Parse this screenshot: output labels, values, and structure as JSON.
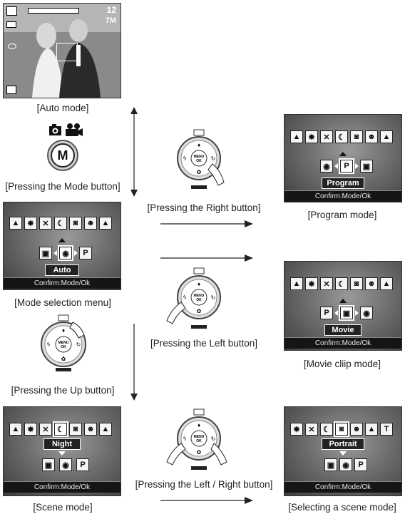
{
  "captions": {
    "auto_mode": "[Auto mode]",
    "pressing_mode": "[Pressing the Mode button]",
    "pressing_right": "[Pressing the Right button]",
    "program_mode": "[Program mode]",
    "mode_selection_menu": "[Mode selection menu]",
    "pressing_left": "[Pressing the Left button]",
    "movie_clip_mode": "[Movie cliip mode]",
    "pressing_up": "[Pressing the Up button]",
    "scene_mode": "[Scene mode]",
    "pressing_left_right": "[Pressing the Left / Right button]",
    "selecting_scene_mode": "[Selecting a scene mode]"
  },
  "screens": {
    "auto": {
      "count": "12",
      "size": "7M"
    },
    "program": {
      "label": "Program",
      "confirm": "Confirm:Mode/Ok"
    },
    "mode_menu": {
      "label": "Auto",
      "confirm": "Confirm:Mode/Ok"
    },
    "movie": {
      "label": "Movie",
      "confirm": "Confirm:Mode/Ok"
    },
    "scene": {
      "label": "Night",
      "confirm": "Confirm:Mode/Ok"
    },
    "scene_select": {
      "label": "Portrait",
      "confirm": "Confirm:Mode/Ok"
    }
  },
  "mode_button": {
    "letter": "M"
  },
  "dpad": {
    "center_line1": "MENU",
    "center_line2": "OK"
  }
}
